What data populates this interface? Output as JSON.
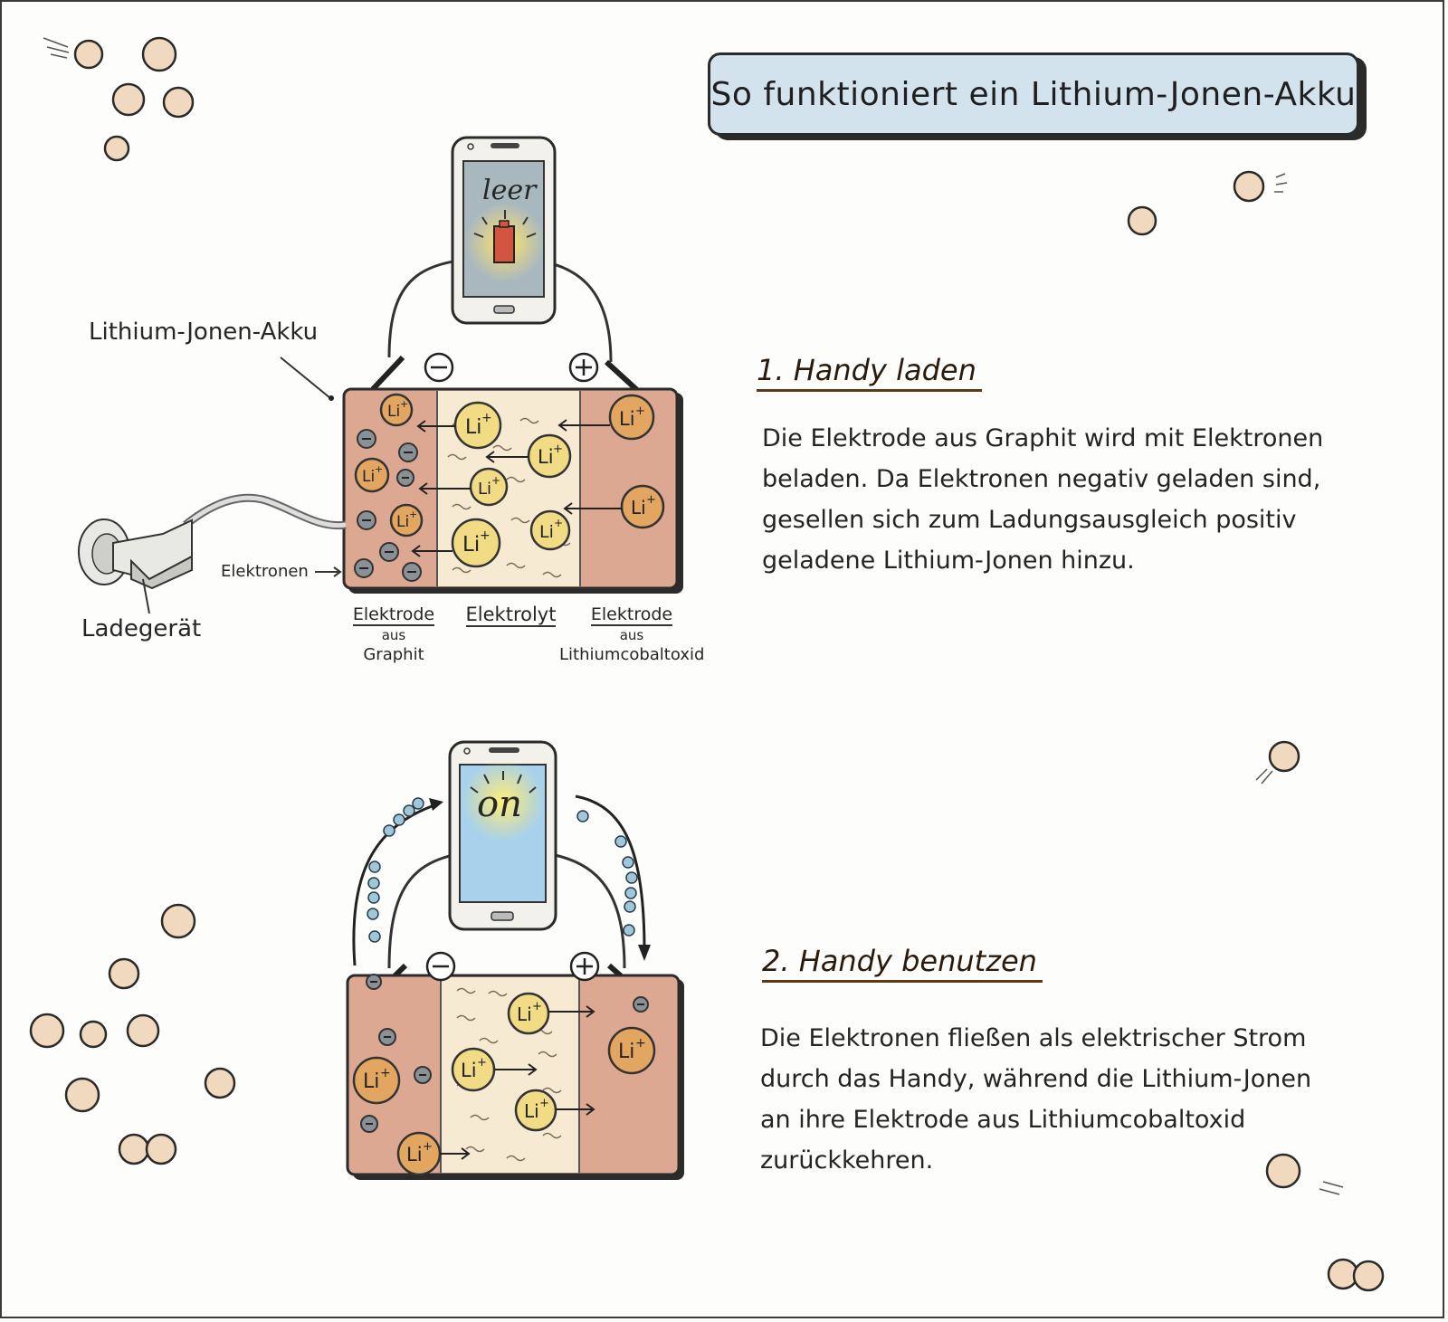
{
  "title": "So funktioniert ein Lithium-Jonen-Akku",
  "section1": {
    "heading": "1. Handy laden",
    "paragraph_lines": [
      "Die Elektrode aus Graphit wird mit Elektronen",
      "beladen. Da Elektronen negativ geladen sind,",
      "gesellen sich zum Ladungsausgleich positiv",
      "geladene Lithium-Jonen hinzu."
    ],
    "phone_screen_text": "leer",
    "callout_battery": "Lithium-Jonen-Akku",
    "callout_charger": "Ladegerät",
    "callout_electrons": "Elektronen",
    "terminal_negative": "−",
    "terminal_positive": "+",
    "ion_label": "Li",
    "ion_charge": "+",
    "electron_symbol": "−",
    "columns": [
      {
        "title": "Elektrode",
        "sub1": "aus",
        "sub2": "Graphit"
      },
      {
        "title": "Elektrolyt",
        "sub1": "",
        "sub2": ""
      },
      {
        "title": "Elektrode",
        "sub1": "aus",
        "sub2": "Lithiumcobaltoxid"
      }
    ]
  },
  "section2": {
    "heading": "2. Handy benutzen",
    "paragraph_lines": [
      "Die Elektronen fließen als elektrischer Strom",
      "durch das Handy, während die Lithium-Jonen",
      "an ihre Elektrode aus Lithiumcobaltoxid",
      "zurückkehren."
    ],
    "phone_screen_text": "on",
    "terminal_negative": "−",
    "terminal_positive": "+"
  },
  "colors": {
    "title_bg": "#d2e3ee",
    "electrode": "#dca891",
    "electrolyte": "#f6ead2",
    "ion_graphite": "#e3a660",
    "ion_electrolyte": "#f1dc85",
    "electron_gray": "#8a9196",
    "electron_blue": "#9fc7dc",
    "face": "#f0d9bf",
    "battery_red": "#d4553f",
    "screen_gray": "#a9b8bf",
    "screen_blue": "#a8d2ec"
  }
}
